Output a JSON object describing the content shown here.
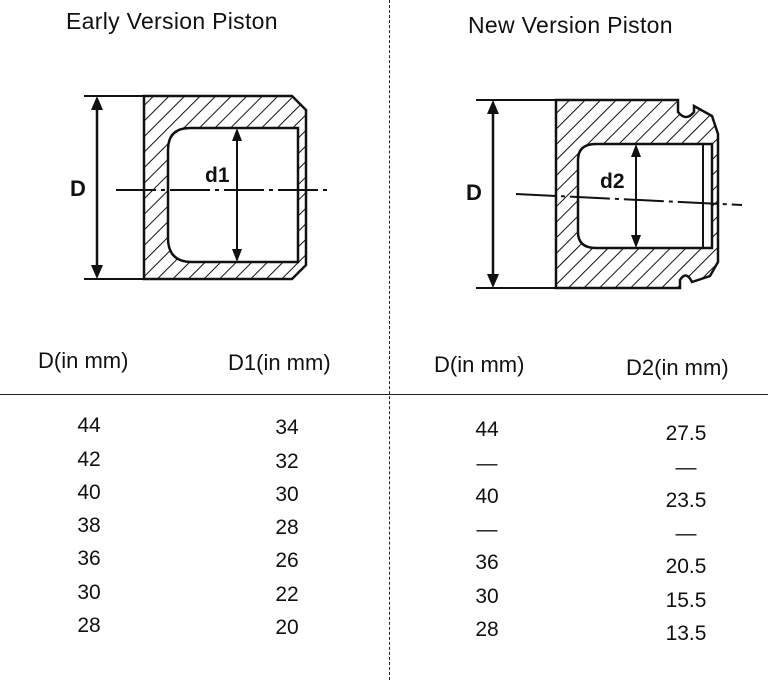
{
  "early": {
    "title": "Early Version Piston",
    "dim_outer": "D",
    "dim_inner": "d1",
    "col1_header": "D(in mm)",
    "col2_header": "D1(in mm)",
    "rows": [
      {
        "d": "44",
        "d1": "34"
      },
      {
        "d": "42",
        "d1": "32"
      },
      {
        "d": "40",
        "d1": "30"
      },
      {
        "d": "38",
        "d1": "28"
      },
      {
        "d": "36",
        "d1": "26"
      },
      {
        "d": "30",
        "d1": "22"
      },
      {
        "d": "28",
        "d1": "20"
      }
    ]
  },
  "new": {
    "title": "New Version Piston",
    "dim_outer": "D",
    "dim_inner": "d2",
    "col1_header": "D(in mm)",
    "col2_header": "D2(in mm)",
    "rows": [
      {
        "d": "44",
        "d2": "27.5"
      },
      {
        "d": "—",
        "d2": "—"
      },
      {
        "d": "40",
        "d2": "23.5"
      },
      {
        "d": "—",
        "d2": "—"
      },
      {
        "d": "36",
        "d2": "20.5"
      },
      {
        "d": "30",
        "d2": "15.5"
      },
      {
        "d": "28",
        "d2": "13.5"
      }
    ]
  }
}
